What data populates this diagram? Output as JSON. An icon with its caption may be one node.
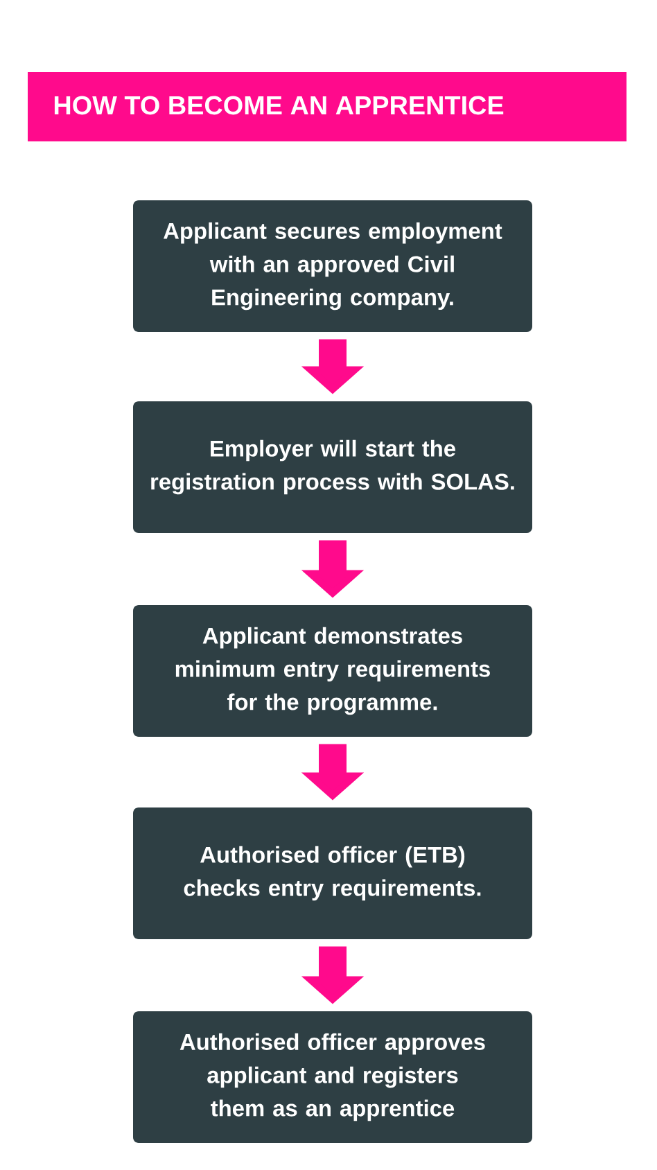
{
  "diagram": {
    "title": "HOW TO BECOME AN APPRENTICE",
    "nodes": [
      {
        "text": [
          "Applicant secures employment with an approved Civil Engineering company."
        ]
      },
      {
        "text": [
          "Employer will start the registration process with SOLAS."
        ]
      },
      {
        "text": [
          "Applicant demonstrates minimum entry requirements for the programme."
        ]
      },
      {
        "text": [
          "Authorised officer (ETB) checks entry requirements."
        ]
      },
      {
        "text": [
          "Authorised officer approves applicant and registers them as an apprentice"
        ]
      }
    ],
    "edges": [
      {
        "from": 0,
        "to": 1,
        "arrow": "to"
      },
      {
        "from": 1,
        "to": 2,
        "arrow": "to"
      },
      {
        "from": 2,
        "to": 3,
        "arrow": "to"
      },
      {
        "from": 3,
        "to": 4,
        "arrow": "to"
      }
    ]
  }
}
